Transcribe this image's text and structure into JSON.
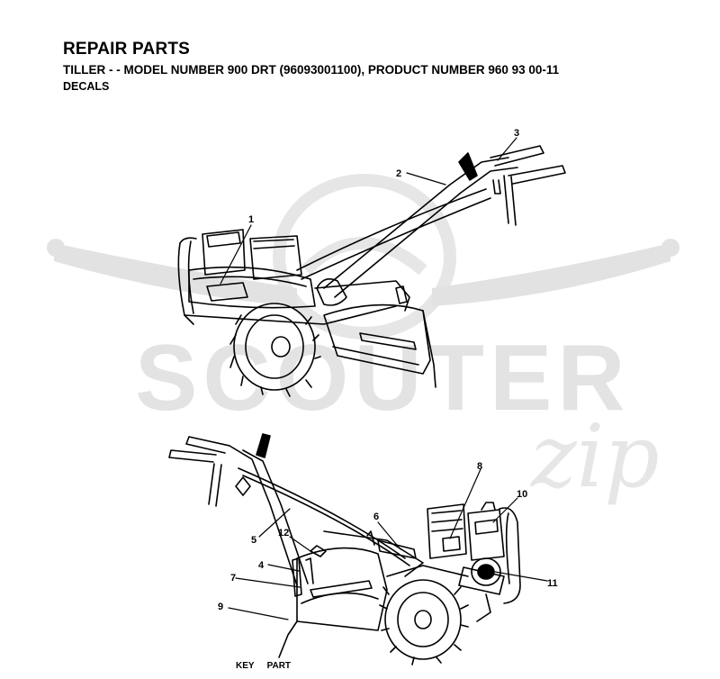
{
  "header": {
    "title": "REPAIR PARTS",
    "subtitle": "TILLER - - MODEL NUMBER 900 DRT (96093001100), PRODUCT NUMBER 960 93 00-11",
    "section": "DECALS"
  },
  "watermark": {
    "brand": "SCOUTER",
    "script": "zip"
  },
  "callouts": {
    "c1": "1",
    "c2": "2",
    "c3": "3",
    "c4": "4",
    "c5": "5",
    "c6": "6",
    "c7": "7",
    "c8": "8",
    "c9": "9",
    "c10": "10",
    "c11": "11",
    "c12": "12"
  },
  "footer": {
    "key_label": "KEY",
    "part_label": "PART"
  }
}
